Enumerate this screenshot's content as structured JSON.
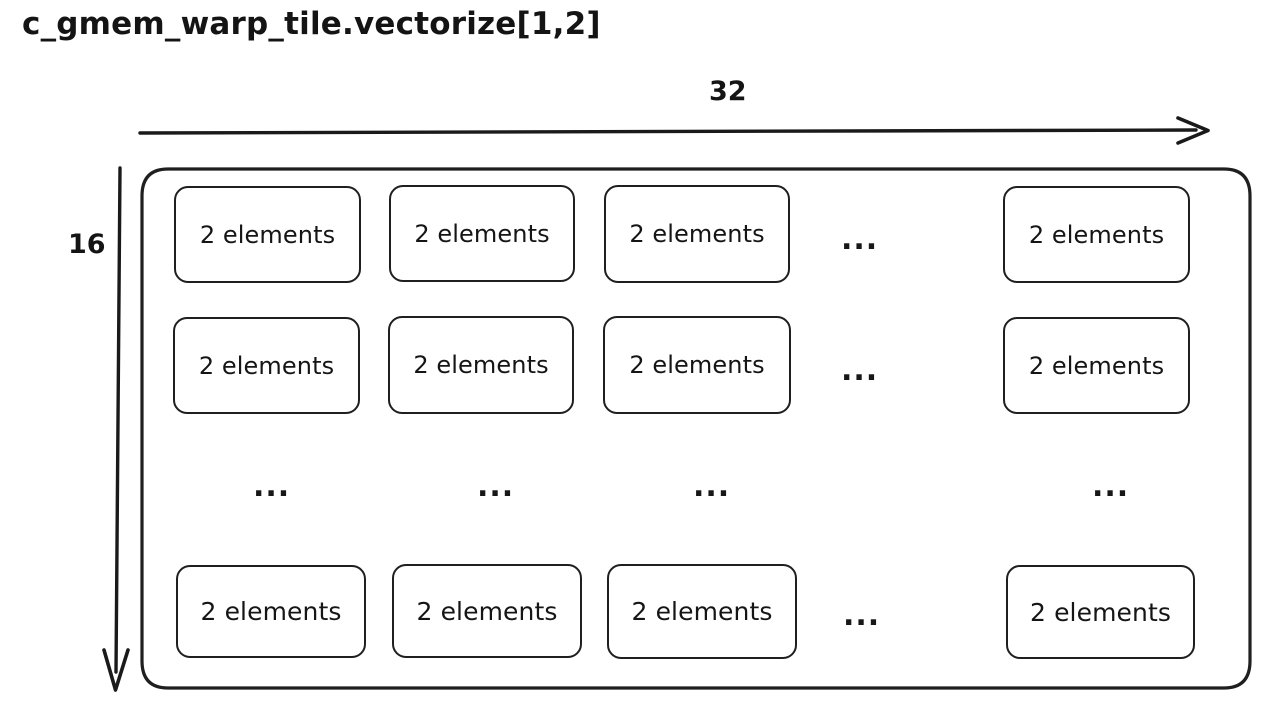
{
  "title": "c_gmem_warp_tile.vectorize[1,2]",
  "axes": {
    "horizontal": {
      "label": "32",
      "arrow_direction": "right",
      "name": "columns-axis"
    },
    "vertical": {
      "label": "16",
      "arrow_direction": "down",
      "name": "rows-axis"
    }
  },
  "colors": {
    "background": "#ffffff",
    "stroke": "#1f1f1f",
    "text": "#141414"
  },
  "tile": {
    "rows_shown": 3,
    "columns_shown": 4,
    "cell_label": "2 elements",
    "ellipsis": "...",
    "rows": [
      {
        "name": "row-1",
        "cells": [
          {
            "type": "cell",
            "label": "2 elements"
          },
          {
            "type": "cell",
            "label": "2 elements"
          },
          {
            "type": "cell",
            "label": "2 elements"
          },
          {
            "type": "ellipsis",
            "label": "..."
          },
          {
            "type": "cell",
            "label": "2 elements"
          }
        ]
      },
      {
        "name": "row-2",
        "cells": [
          {
            "type": "cell",
            "label": "2 elements"
          },
          {
            "type": "cell",
            "label": "2 elements"
          },
          {
            "type": "cell",
            "label": "2 elements"
          },
          {
            "type": "ellipsis",
            "label": "..."
          },
          {
            "type": "cell",
            "label": "2 elements"
          }
        ]
      },
      {
        "name": "row-ellipsis",
        "cells": [
          {
            "type": "ellipsis",
            "label": "..."
          },
          {
            "type": "ellipsis",
            "label": "..."
          },
          {
            "type": "ellipsis",
            "label": "..."
          },
          {
            "type": "ellipsis",
            "label": "..."
          }
        ]
      },
      {
        "name": "row-last",
        "cells": [
          {
            "type": "cell",
            "label": "2 elements"
          },
          {
            "type": "cell",
            "label": "2 elements"
          },
          {
            "type": "cell",
            "label": "2 elements"
          },
          {
            "type": "ellipsis",
            "label": "..."
          },
          {
            "type": "cell",
            "label": "2 elements"
          }
        ]
      }
    ]
  }
}
